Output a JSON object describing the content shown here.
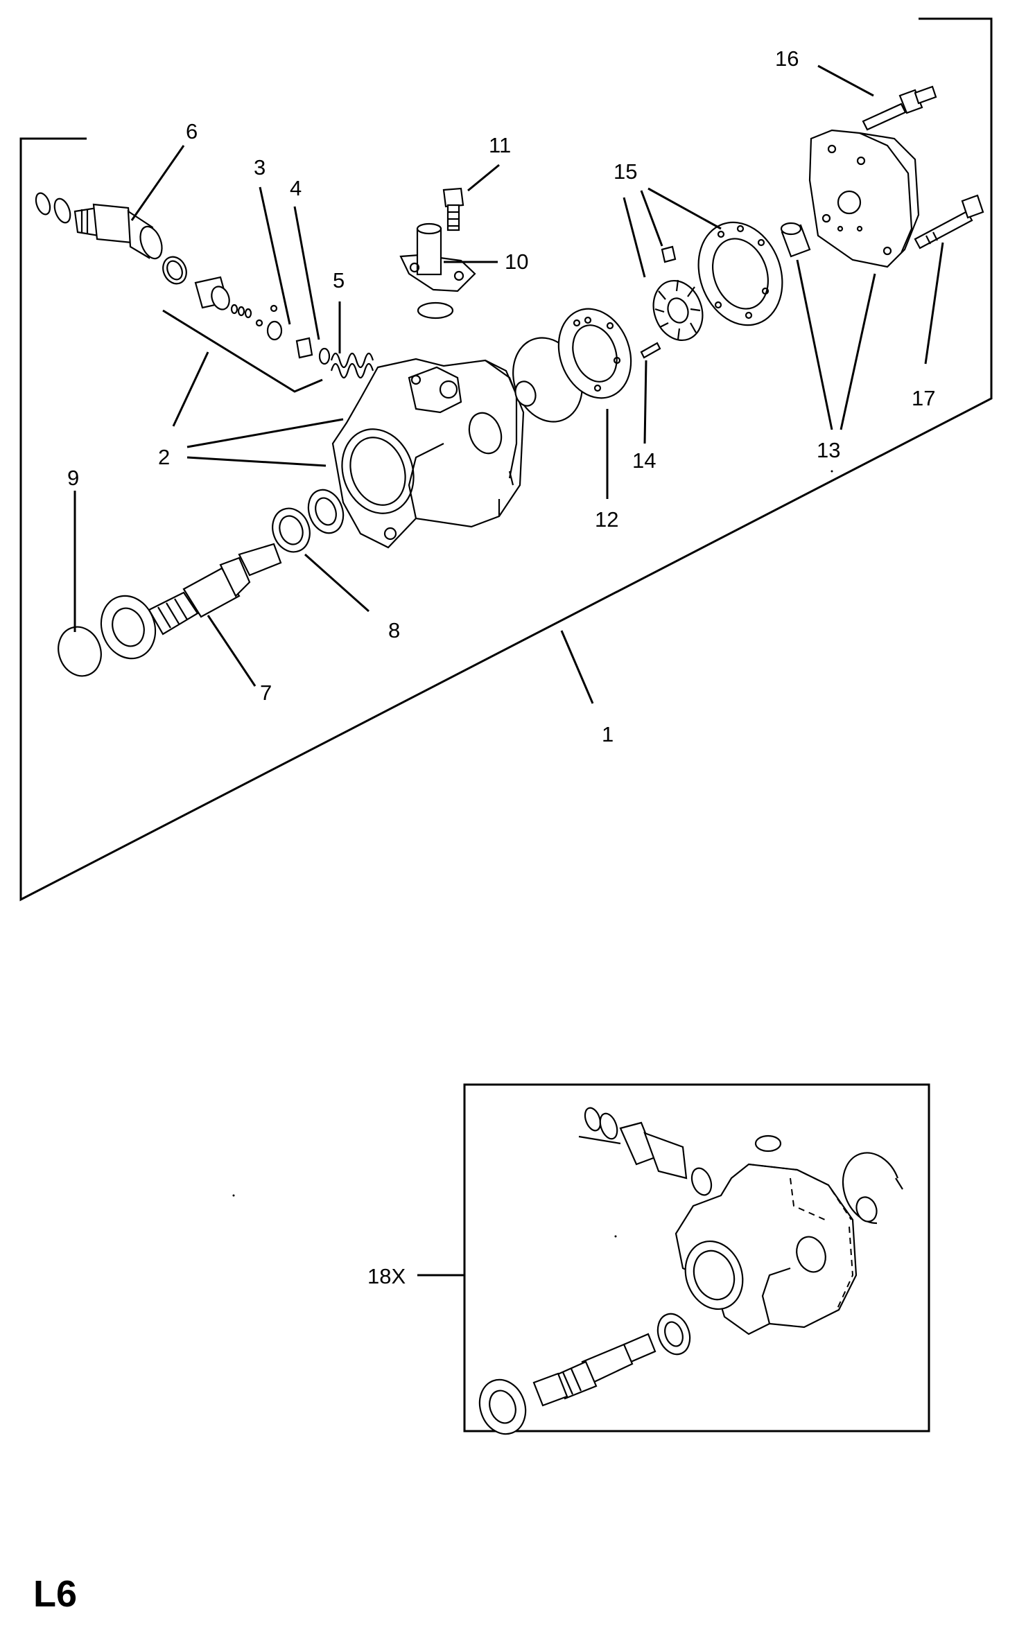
{
  "page_id": "L6",
  "callouts": {
    "c1": "1",
    "c2": "2",
    "c3": "3",
    "c4": "4",
    "c5": "5",
    "c6": "6",
    "c7": "7",
    "c8": "8",
    "c9": "9",
    "c10": "10",
    "c11": "11",
    "c12": "12",
    "c13": "13",
    "c14": "14",
    "c15": "15",
    "c16": "16",
    "c17": "17",
    "c18": "18X"
  }
}
